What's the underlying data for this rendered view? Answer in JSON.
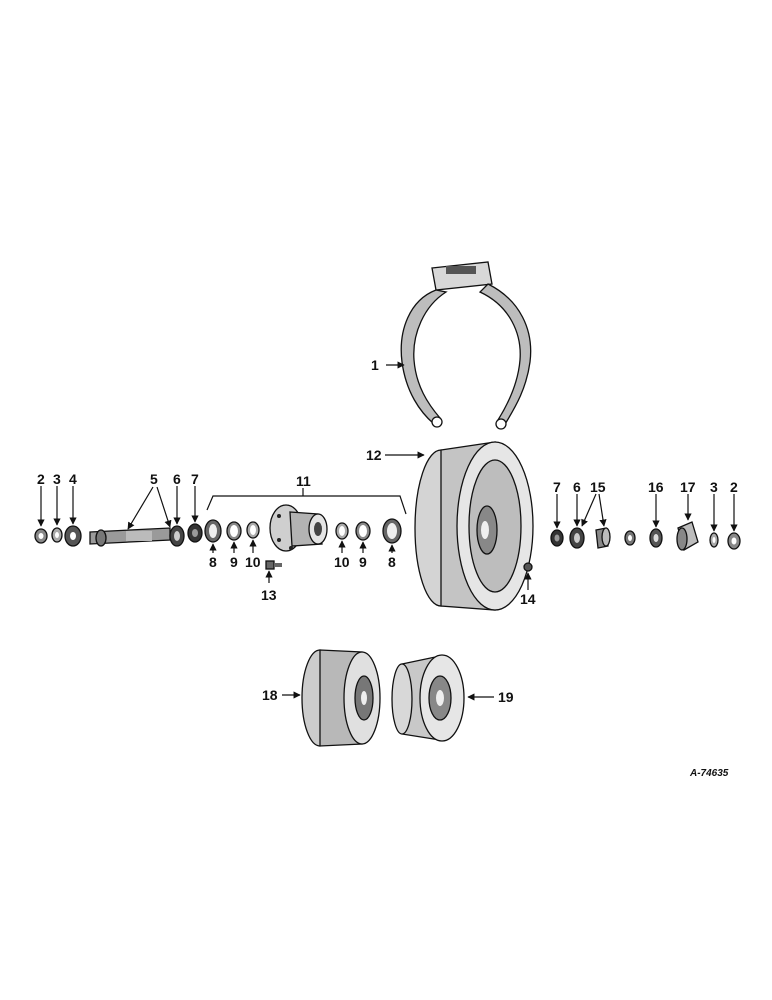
{
  "callouts": {
    "c1": "1",
    "c2a": "2",
    "c3a": "3",
    "c4": "4",
    "c5": "5",
    "c6a": "6",
    "c7a": "7",
    "c8a": "8",
    "c9a": "9",
    "c10a": "10",
    "c11": "11",
    "c10b": "10",
    "c9b": "9",
    "c8b": "8",
    "c12": "12",
    "c13": "13",
    "c14": "14",
    "c7b": "7",
    "c6b": "6",
    "c15": "15",
    "c16": "16",
    "c17": "17",
    "c3b": "3",
    "c2b": "2",
    "c18": "18",
    "c19": "19"
  },
  "drawing_id": "A-74635"
}
